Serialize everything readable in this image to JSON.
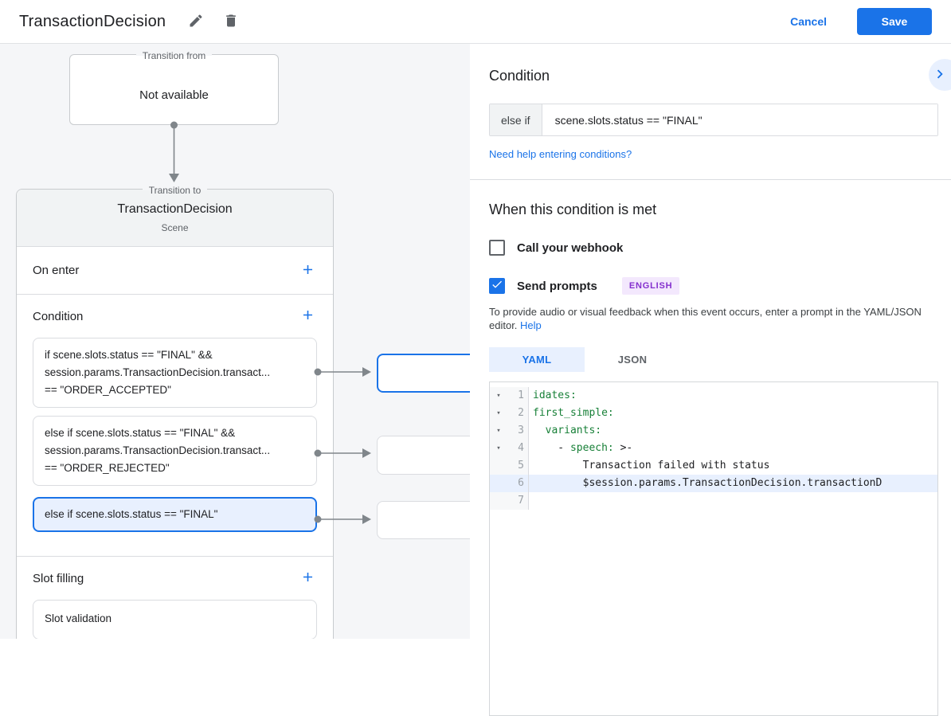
{
  "header": {
    "title": "TransactionDecision",
    "cancel_label": "Cancel",
    "save_label": "Save"
  },
  "canvas": {
    "transition_from": {
      "label": "Transition from",
      "content": "Not available"
    },
    "scene_card": {
      "label": "Transition to",
      "title": "TransactionDecision",
      "subtitle": "Scene",
      "on_enter_label": "On enter",
      "condition_label": "Condition",
      "conditions": [
        {
          "line1": "if scene.slots.status == \"FINAL\" &&",
          "line2": "session.params.TransactionDecision.transact...",
          "line3": "== \"ORDER_ACCEPTED\""
        },
        {
          "line1": "else if scene.slots.status == \"FINAL\" &&",
          "line2": "session.params.TransactionDecision.transact...",
          "line3": "== \"ORDER_REJECTED\""
        },
        {
          "line1": "else if scene.slots.status == \"FINAL\""
        }
      ],
      "slot_filling_label": "Slot filling",
      "slot_validation_label": "Slot validation"
    }
  },
  "panel": {
    "condition_heading": "Condition",
    "condition_prefix": "else if",
    "condition_value": "scene.slots.status == \"FINAL\"",
    "help_link": "Need help entering conditions?",
    "when_heading": "When this condition is met",
    "webhook_label": "Call your webhook",
    "prompts_label": "Send prompts",
    "language_badge": "ENGLISH",
    "prompts_help_text": "To provide audio or visual feedback when this event occurs, enter a prompt in the YAML/JSON editor.",
    "prompts_help_link": "Help",
    "tabs": [
      {
        "label": "YAML",
        "selected": true
      },
      {
        "label": "JSON",
        "selected": false
      }
    ],
    "editor": {
      "lines": [
        {
          "number": "1",
          "fold": true,
          "highlight": false,
          "segments": [
            {
              "text": "idates:",
              "color": "green"
            }
          ]
        },
        {
          "number": "2",
          "fold": true,
          "highlight": false,
          "segments": [
            {
              "text": "first_simple:",
              "color": "green"
            }
          ]
        },
        {
          "number": "3",
          "fold": true,
          "highlight": false,
          "segments": [
            {
              "text": "  variants:",
              "color": "green"
            }
          ]
        },
        {
          "number": "4",
          "fold": true,
          "highlight": false,
          "segments": [
            {
              "text": "    - ",
              "color": "dark"
            },
            {
              "text": "speech:",
              "color": "green"
            },
            {
              "text": " >-",
              "color": "dark"
            }
          ]
        },
        {
          "number": "5",
          "fold": false,
          "highlight": false,
          "segments": [
            {
              "text": "        Transaction failed with status",
              "color": "dark"
            }
          ]
        },
        {
          "number": "6",
          "fold": false,
          "highlight": true,
          "segments": [
            {
              "text": "        $session.params.TransactionDecision.transactionD",
              "color": "dark"
            }
          ]
        },
        {
          "number": "7",
          "fold": false,
          "highlight": false,
          "segments": []
        }
      ]
    }
  },
  "colors": {
    "accent_blue": "#1a73e8",
    "selected_bg": "#e8f0fe",
    "canvas_bg": "#f5f6f8",
    "code_green": "#188038",
    "badge_purple": "#8430ce",
    "badge_bg": "#f3e8fd",
    "connector_gray": "#80868b"
  }
}
